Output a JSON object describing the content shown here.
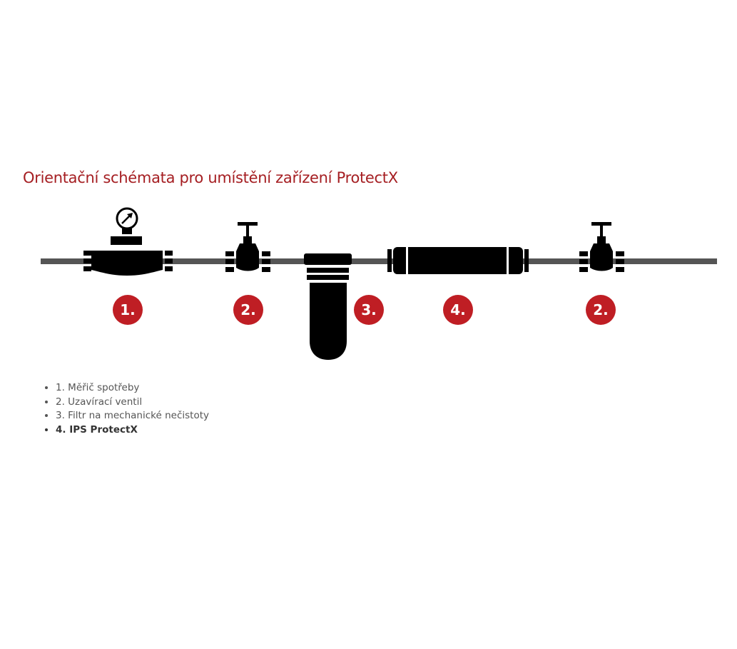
{
  "page": {
    "title": "Orientační schémata pro umístění zařízení ProtectX"
  },
  "colors": {
    "accent": "#bf1e24",
    "title": "#a51e22",
    "pipe": "#555555",
    "icon": "#000000",
    "text": "#555555"
  },
  "diagram": {
    "components": [
      {
        "icon": "water-meter-icon",
        "badge": "1."
      },
      {
        "icon": "shutoff-valve-icon",
        "badge": "2."
      },
      {
        "icon": "sediment-filter-icon",
        "badge": "3."
      },
      {
        "icon": "protectx-device-icon",
        "badge": "4."
      },
      {
        "icon": "shutoff-valve-icon",
        "badge": "2."
      }
    ]
  },
  "legend": {
    "items": [
      {
        "text": "1. Měřič spotřeby",
        "bold": false
      },
      {
        "text": "2. Uzavírací ventil",
        "bold": false
      },
      {
        "text": "3. Filtr na mechanické nečistoty",
        "bold": false
      },
      {
        "text": "4. IPS ProtectX",
        "bold": true
      }
    ]
  }
}
